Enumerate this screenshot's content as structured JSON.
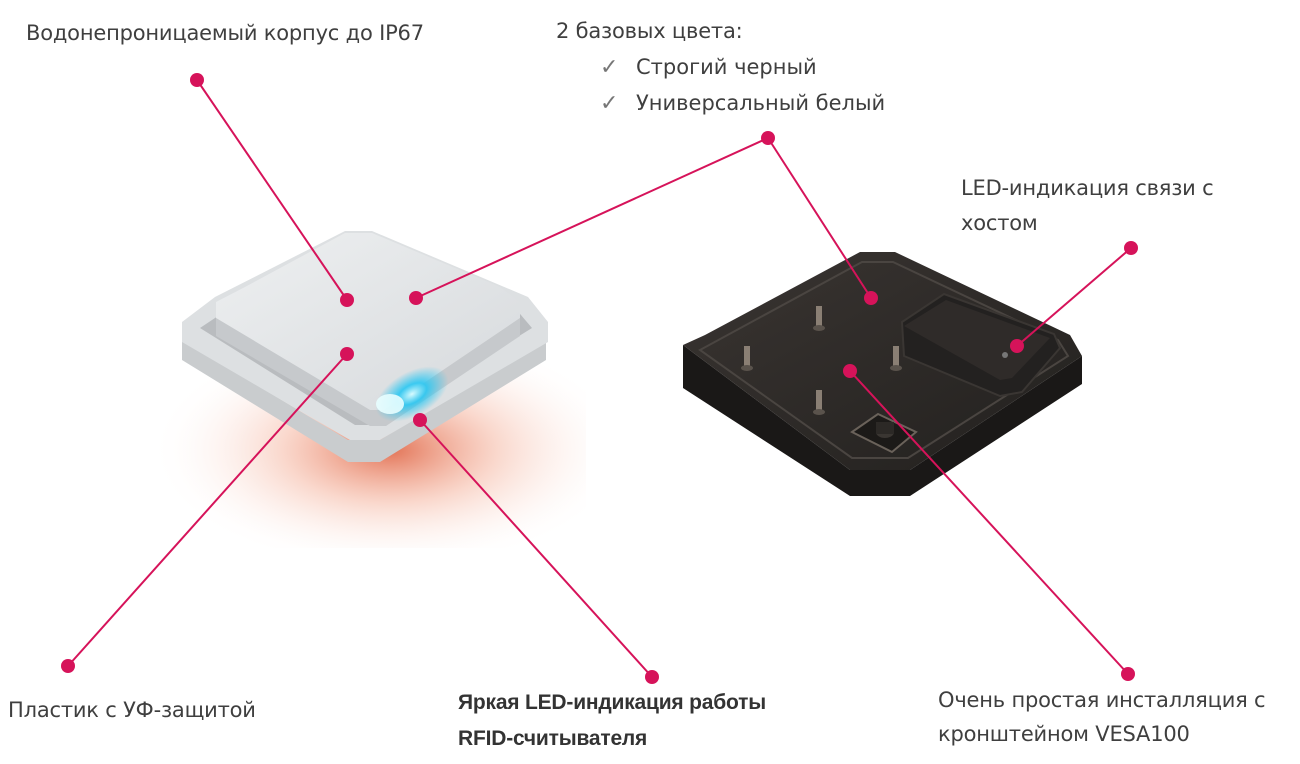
{
  "callouts": {
    "waterproof": "Водонепроницаемый корпус до IP67",
    "colors_title": "2 базовых цвета:",
    "colors": [
      "Строгий черный",
      "Универсальный белый"
    ],
    "host_led_line1": "LED-индикация связи с",
    "host_led_line2": "хостом",
    "uv_plastic": "Пластик с УФ-защитой",
    "led_line1": "Яркая LED-индикация работы",
    "led_line2": "RFID-считывателя",
    "install_line1": "Очень простая инсталляция с",
    "install_line2": "кронштейном VESA100"
  },
  "icons": {
    "check": "check-icon"
  },
  "colors": {
    "accent": "#d6135a",
    "device_white": "#e3e6e8",
    "device_black": "#2a2624",
    "led_glow": "#29c7f2",
    "shadow_glow": "#e0502a"
  }
}
